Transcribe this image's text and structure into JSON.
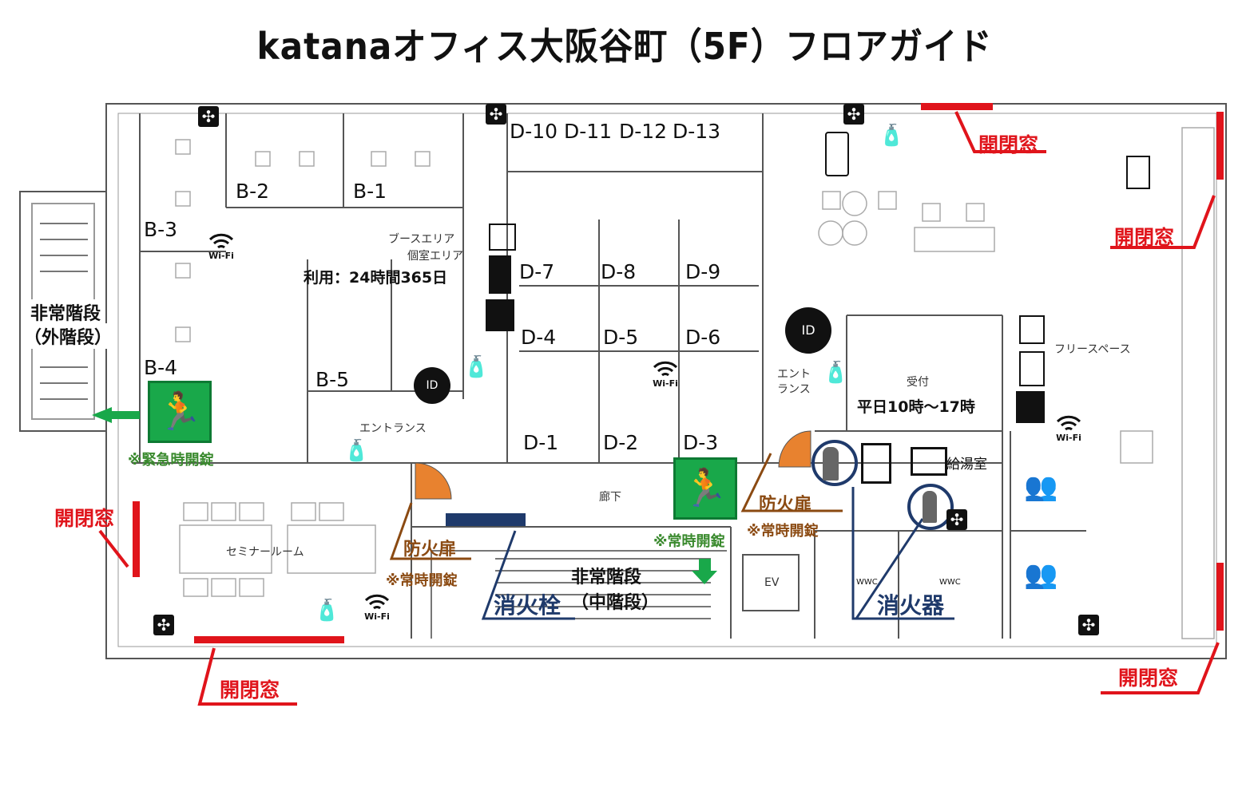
{
  "title": "katanaオフィス大阪谷町（5F）フロアガイド",
  "rooms": {
    "b1": "B-1",
    "b2": "B-2",
    "b3": "B-3",
    "b4": "B-4",
    "b5": "B-5",
    "d10": "D-10",
    "d11": "D-11",
    "d12": "D-12",
    "d13": "D-13",
    "d7": "D-7",
    "d8": "D-8",
    "d9": "D-9",
    "d4": "D-4",
    "d5": "D-5",
    "d6": "D-6",
    "d1": "D-1",
    "d2": "D-2",
    "d3": "D-3"
  },
  "areas": {
    "booth": "ブースエリア",
    "private": "個室エリア",
    "hours": "利用：24時間365日",
    "entrance_left": "エントランス",
    "corridor": "廊下",
    "seminar": "セミナールーム",
    "inner_stairs_1": "非常階段",
    "inner_stairs_2": "（中階段）",
    "outer_stairs_1": "非常階段",
    "outer_stairs_2": "（外階段）",
    "ev": "EV",
    "wwc1": "WWC",
    "wwc2": "WWC",
    "reception": "受付",
    "reception_hours": "平日10時～17時",
    "entrance_right_1": "エント",
    "entrance_right_2": "ランス",
    "kitchen": "給湯室",
    "free_space": "フリースペース"
  },
  "wifi_label": "Wi-Fi",
  "windows": "開閉窓",
  "fire_door": "防火扉",
  "always_unlocked": "※常時開錠",
  "emergency_unlock": "※緊急時開錠",
  "hydrant": "消火栓",
  "extinguisher": "消火器",
  "colors": {
    "red": "#e0141b",
    "green": "#19a84a",
    "orange": "#e8822f",
    "navy": "#1f3a6b",
    "brown": "#8b4a12"
  }
}
